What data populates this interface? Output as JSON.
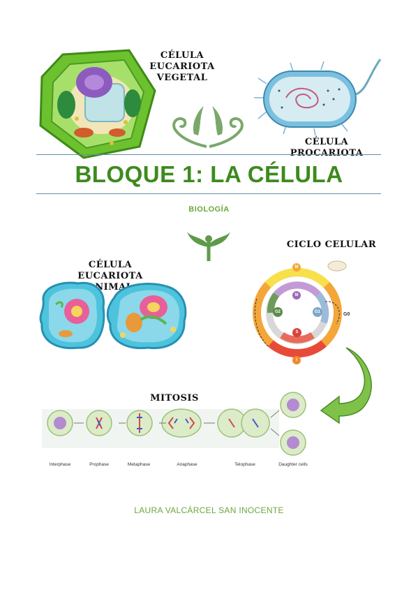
{
  "labels": {
    "plant_cell": "CÉLULA EUCARIOTA VEGETAL",
    "prokaryote": "CÉLULA PROCARIOTA",
    "animal_cell": "CÉLULA EUCARIOTA ANIMAL",
    "cell_cycle": "CICLO CELULAR",
    "mitosis": "MITOSIS"
  },
  "title": "BLOQUE 1: LA CÉLULA",
  "subject": "BIOLOGÍA",
  "author": "LAURA VALCÁRCEL SAN INOCENTE",
  "cycle_phases": {
    "m_outer": "M",
    "m_inner": "M",
    "g2": "G2",
    "g1": "G1",
    "s": "S",
    "g0": "G0",
    "i": "I"
  },
  "mitosis_phases": [
    "Interphase",
    "Prophase",
    "Metaphase",
    "Anaphase",
    "Telophase",
    "Daughter cells"
  ],
  "colors": {
    "title_green": "#3d8a1e",
    "accent_green": "#6aa83d",
    "rule_blue": "#5f8fa8"
  }
}
